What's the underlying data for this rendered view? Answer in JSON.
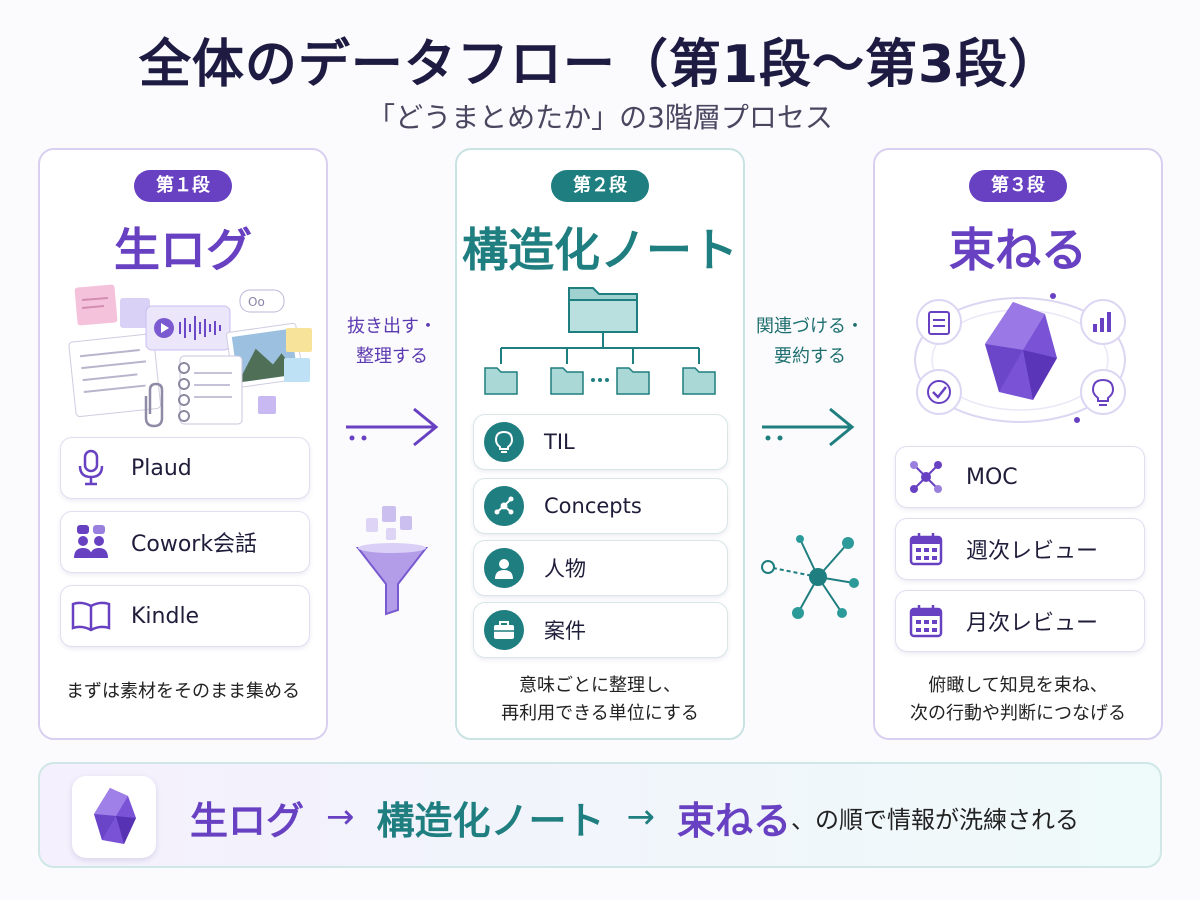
{
  "title": "全体のデータフロー（第1段〜第3段）",
  "subtitle": "「どうまとめたか」の3階層プロセス",
  "stage1": {
    "badge": "第１段",
    "heading": "生ログ",
    "items": [
      {
        "label": "Plaud",
        "icon": "microphone-icon"
      },
      {
        "label": "Cowork会話",
        "icon": "people-chat-icon"
      },
      {
        "label": "Kindle",
        "icon": "book-icon"
      }
    ],
    "caption": "まずは素材をそのまま集める"
  },
  "arrow1": {
    "line1": "抜き出す・",
    "line2": "整理する"
  },
  "stage2": {
    "badge": "第２段",
    "heading": "構造化ノート",
    "items": [
      {
        "label": "TIL",
        "icon": "lightbulb-icon"
      },
      {
        "label": "Concepts",
        "icon": "network-icon"
      },
      {
        "label": "人物",
        "icon": "person-icon"
      },
      {
        "label": "案件",
        "icon": "briefcase-icon"
      }
    ],
    "caption_line1": "意味ごとに整理し、",
    "caption_line2": "再利用できる単位にする"
  },
  "arrow2": {
    "line1": "関連づける・",
    "line2": "要約する"
  },
  "stage3": {
    "badge": "第３段",
    "heading": "束ねる",
    "items": [
      {
        "label": "MOC",
        "icon": "graph-nodes-icon"
      },
      {
        "label": "週次レビュー",
        "icon": "calendar-icon"
      },
      {
        "label": "月次レビュー",
        "icon": "calendar-icon"
      }
    ],
    "caption_line1": "俯瞰して知見を束ね、",
    "caption_line2": "次の行動や判断につなげる"
  },
  "summary": {
    "step1": "生ログ",
    "arrow": "→",
    "step2": "構造化ノート",
    "step3": "束ねる",
    "tail": "、の順で情報が洗練される"
  },
  "colors": {
    "purple": "#6841c2",
    "teal": "#1f7e7f"
  }
}
